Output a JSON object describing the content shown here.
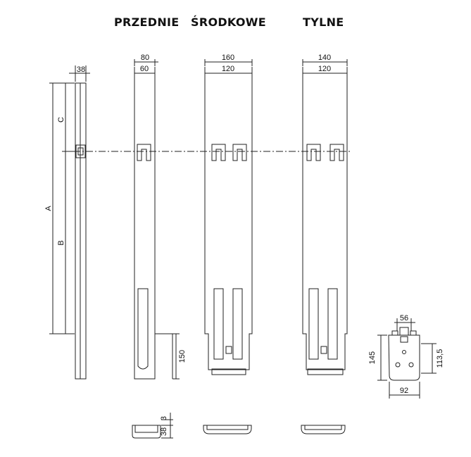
{
  "headers": {
    "front": "PRZEDNIE",
    "middle": "ŚRODKOWE",
    "rear": "TYLNE"
  },
  "dimensions": {
    "side_width": "38",
    "label_c": "C",
    "label_a": "A",
    "label_b": "B",
    "front_outer": "80",
    "front_inner": "60",
    "front_slot_height": "150",
    "middle_outer": "160",
    "middle_inner": "120",
    "rear_outer": "140",
    "rear_inner": "120",
    "bracket_top": "56",
    "bracket_height": "145",
    "bracket_side": "113,5",
    "bracket_bottom": "92",
    "profile_thickness": "3",
    "profile_height": "38"
  }
}
